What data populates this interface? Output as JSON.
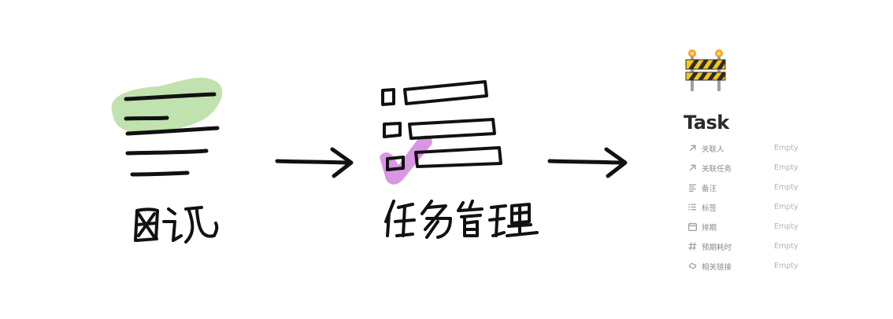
{
  "card": {
    "title": "Task",
    "properties": [
      {
        "icon": "arrow-up-right-icon",
        "name": "关联人",
        "value": "Empty"
      },
      {
        "icon": "arrow-up-right-icon",
        "name": "关联任务",
        "value": "Empty"
      },
      {
        "icon": "text-lines-icon",
        "name": "备注",
        "value": "Empty"
      },
      {
        "icon": "list-icon",
        "name": "标签",
        "value": "Empty"
      },
      {
        "icon": "calendar-icon",
        "name": "排期",
        "value": "Empty"
      },
      {
        "icon": "hash-icon",
        "name": "预期耗时",
        "value": "Empty"
      },
      {
        "icon": "link-icon",
        "name": "相关链接",
        "value": "Empty"
      }
    ]
  },
  "colors": {
    "highlight_green": "#b9dfa6",
    "highlight_purple": "#d58be0",
    "ink": "#111111",
    "title": "#2b2b2b",
    "label": "#8a8a8a",
    "value": "#b4b4b4"
  }
}
